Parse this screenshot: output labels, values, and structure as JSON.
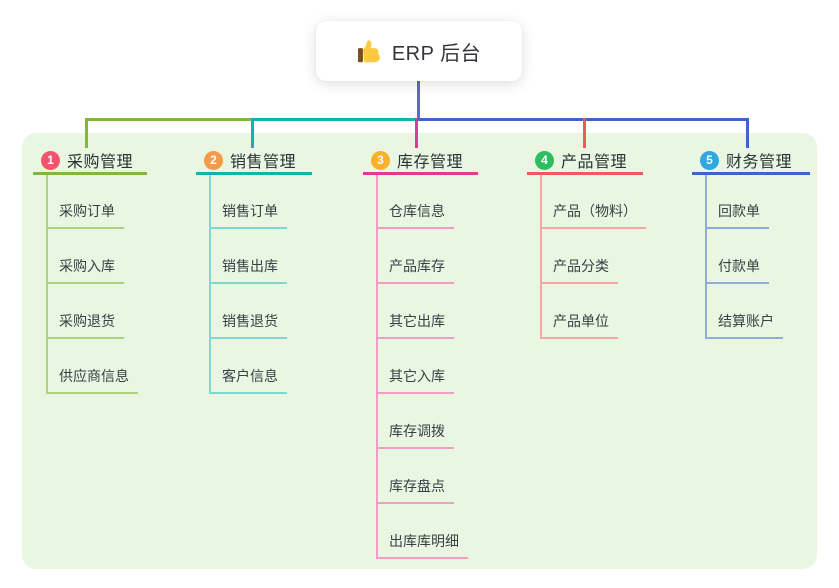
{
  "root": {
    "label": "ERP 后台",
    "icon": "thumbs-up-icon"
  },
  "colors": {
    "canvas_background": "#e9f6e2",
    "root_connector": "#5f6ac4"
  },
  "branches": [
    {
      "badge": "1",
      "title": "采购管理",
      "color": "#82b644",
      "light_color": "#abd37e",
      "badge_color": "#f4536e",
      "items": [
        "采购订单",
        "采购入库",
        "采购退货",
        "供应商信息"
      ]
    },
    {
      "badge": "2",
      "title": "销售管理",
      "color": "#14b1ae",
      "light_color": "#7ed8d2",
      "badge_color": "#f59a48",
      "items": [
        "销售订单",
        "销售出库",
        "销售退货",
        "客户信息"
      ]
    },
    {
      "badge": "3",
      "title": "库存管理",
      "color": "#e23a92",
      "light_color": "#f09cc7",
      "badge_color": "#ffb02a",
      "items": [
        "仓库信息",
        "产品库存",
        "其它出库",
        "其它入库",
        "库存调拨",
        "库存盘点",
        "出库库明细"
      ]
    },
    {
      "badge": "4",
      "title": "产品管理",
      "color": "#f2595f",
      "light_color": "#f8a7a7",
      "badge_color": "#2ebd5f",
      "items": [
        "产品（物料）",
        "产品分类",
        "产品单位"
      ]
    },
    {
      "badge": "5",
      "title": "财务管理",
      "color": "#3d64cd",
      "light_color": "#93aade",
      "badge_color": "#2fa8dd",
      "items": [
        "回款单",
        "付款单",
        "结算账户"
      ]
    }
  ]
}
